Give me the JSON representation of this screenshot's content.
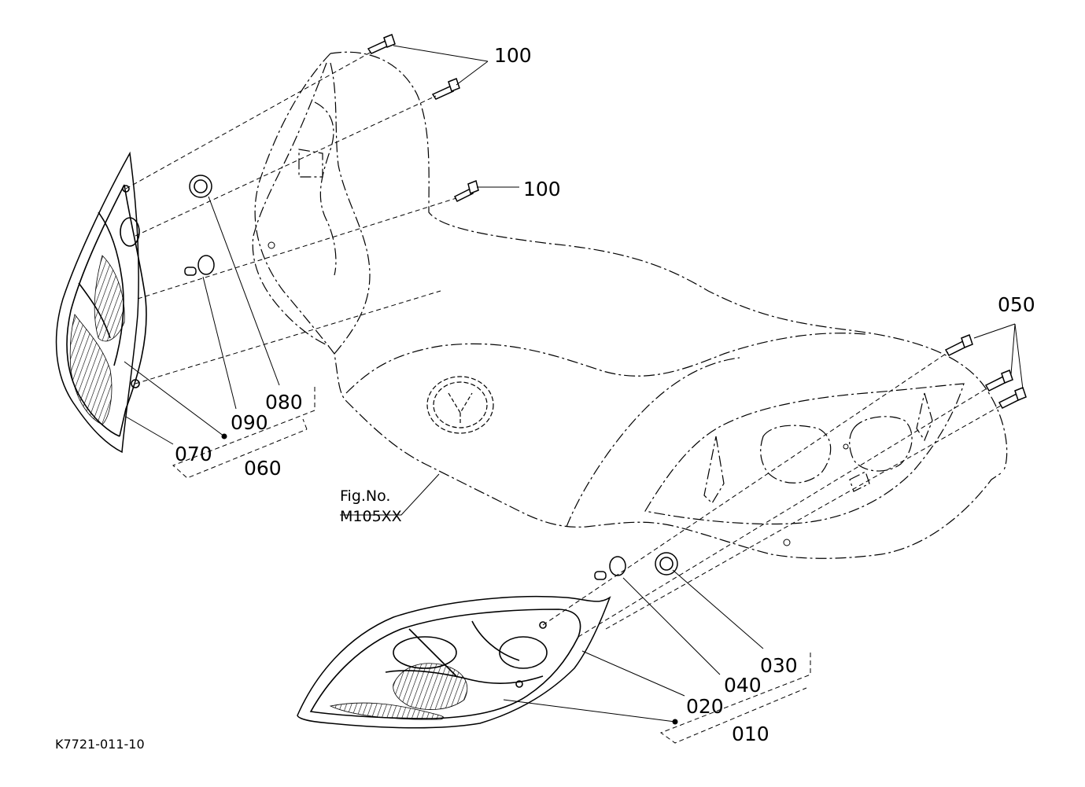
{
  "callouts": {
    "p100_top": "100",
    "p100_mid": "100",
    "p050": "050",
    "p080": "080",
    "p090": "090",
    "p070": "070",
    "p060": "060",
    "p030": "030",
    "p040": "040",
    "p020": "020",
    "p010": "010"
  },
  "figure_ref": {
    "line1": "Fig.No.",
    "line2": "M105XX"
  },
  "drawing_id": "K7721-011-10"
}
